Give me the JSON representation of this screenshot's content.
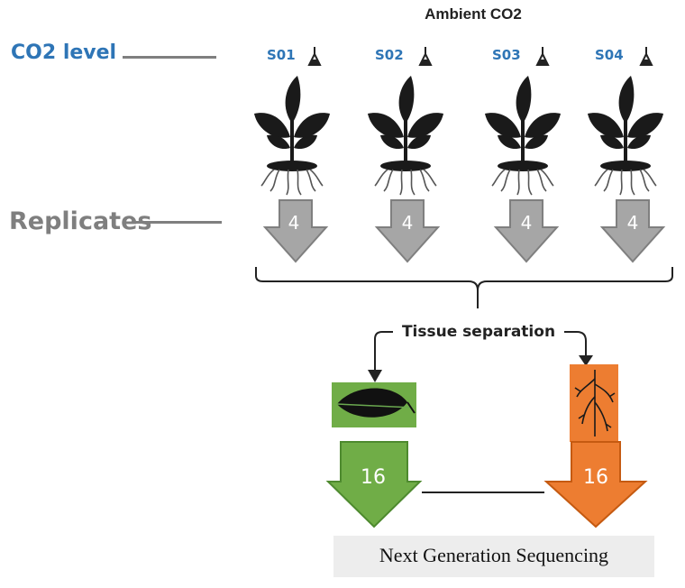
{
  "header": {
    "condition_label": "Ambient CO2"
  },
  "left_labels": {
    "co2_level": "CO2 level",
    "replicates": "Replicates"
  },
  "samples": [
    {
      "label": "S01"
    },
    {
      "label": "S02"
    },
    {
      "label": "S03"
    },
    {
      "label": "S04"
    }
  ],
  "replicate_count": "4",
  "tissue_split_label": "Tissue separation",
  "tissues": [
    {
      "name": "leaf",
      "count": "16",
      "color": "#70ad47"
    },
    {
      "name": "root",
      "count": "16",
      "color": "#ed7d31"
    }
  ],
  "root_box_color": "#ed7d31",
  "leaf_box_color": "#70ad47",
  "final_step": "Next Generation Sequencing"
}
